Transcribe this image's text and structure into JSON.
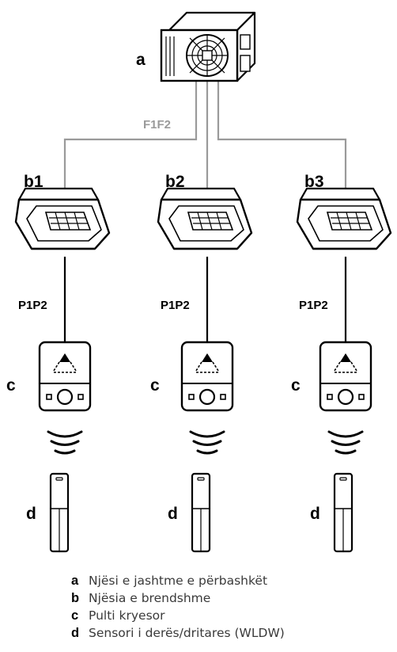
{
  "diagram": {
    "outdoor_label": "a",
    "bus_top_label": "F1F2",
    "bus_unit_label": "P1P2",
    "controller_label": "c",
    "sensor_label": "d",
    "indoor_labels": [
      "b1",
      "b2",
      "b3"
    ]
  },
  "legend": [
    {
      "key": "a",
      "text": "Njësi e jashtme e përbashkët"
    },
    {
      "key": "b",
      "text": "Njësia e brendshme"
    },
    {
      "key": "c",
      "text": "Pulti kryesor"
    },
    {
      "key": "d",
      "text": "Sensori i derës/dritares (WLDW)"
    }
  ],
  "colors": {
    "wire_grey": "#9a9a9a",
    "line": "#000000"
  }
}
